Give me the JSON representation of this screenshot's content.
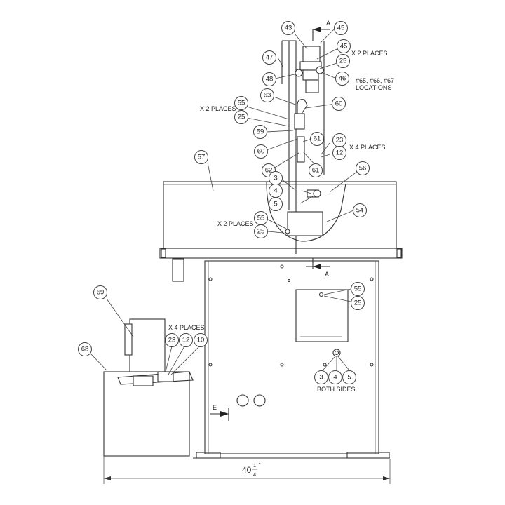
{
  "balloons": [
    {
      "label": "43"
    },
    {
      "label": "45"
    },
    {
      "label": "45"
    },
    {
      "label": "25"
    },
    {
      "label": "47"
    },
    {
      "label": "48"
    },
    {
      "label": "46"
    },
    {
      "label": "63"
    },
    {
      "label": "55"
    },
    {
      "label": "60"
    },
    {
      "label": "25"
    },
    {
      "label": "59"
    },
    {
      "label": "61"
    },
    {
      "label": "23"
    },
    {
      "label": "12"
    },
    {
      "label": "60"
    },
    {
      "label": "62"
    },
    {
      "label": "61"
    },
    {
      "label": "57"
    },
    {
      "label": "56"
    },
    {
      "label": "3"
    },
    {
      "label": "4"
    },
    {
      "label": "5"
    },
    {
      "label": "54"
    },
    {
      "label": "55"
    },
    {
      "label": "25"
    },
    {
      "label": "55"
    },
    {
      "label": "25"
    },
    {
      "label": "69"
    },
    {
      "label": "23"
    },
    {
      "label": "12"
    },
    {
      "label": "10"
    },
    {
      "label": "68"
    },
    {
      "label": "3"
    },
    {
      "label": "4"
    },
    {
      "label": "5"
    }
  ],
  "notes": {
    "x2_places_top": "X 2 PLACES",
    "locations_line1": "#65, #66, #67",
    "locations_line2": "LOCATIONS",
    "x2_places_left": "X 2 PLACES",
    "x4_places_right": "X 4 PLACES",
    "x2_places_lower": "X 2 PLACES",
    "x4_places_tank": "X 4 PLACES",
    "both_sides": "BOTH SIDES"
  },
  "section_labels": {
    "top_a": "A",
    "bottom_a": "A",
    "view_e": "E"
  },
  "dimension": {
    "whole": "40",
    "num": "1",
    "den": "4",
    "unit": "\""
  }
}
